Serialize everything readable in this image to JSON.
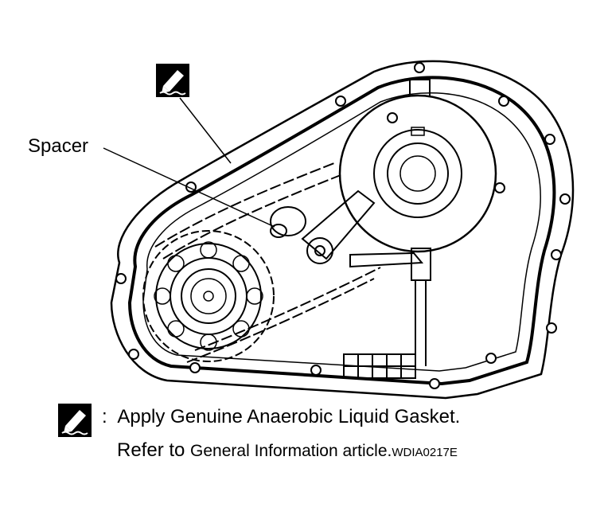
{
  "callouts": {
    "spacer": "Spacer"
  },
  "legend": {
    "symbol_sep": ":",
    "line1": "Apply Genuine Anaerobic Liquid Gasket.",
    "line2_prefix": "Refer to",
    "line2_link": "General Information article.",
    "figure_code": "WDIA0217E"
  },
  "icons": {
    "diagram_marker": "sealant-pen-icon",
    "legend_marker": "sealant-pen-icon"
  },
  "colors": {
    "line": "#000000",
    "background": "#ffffff"
  }
}
